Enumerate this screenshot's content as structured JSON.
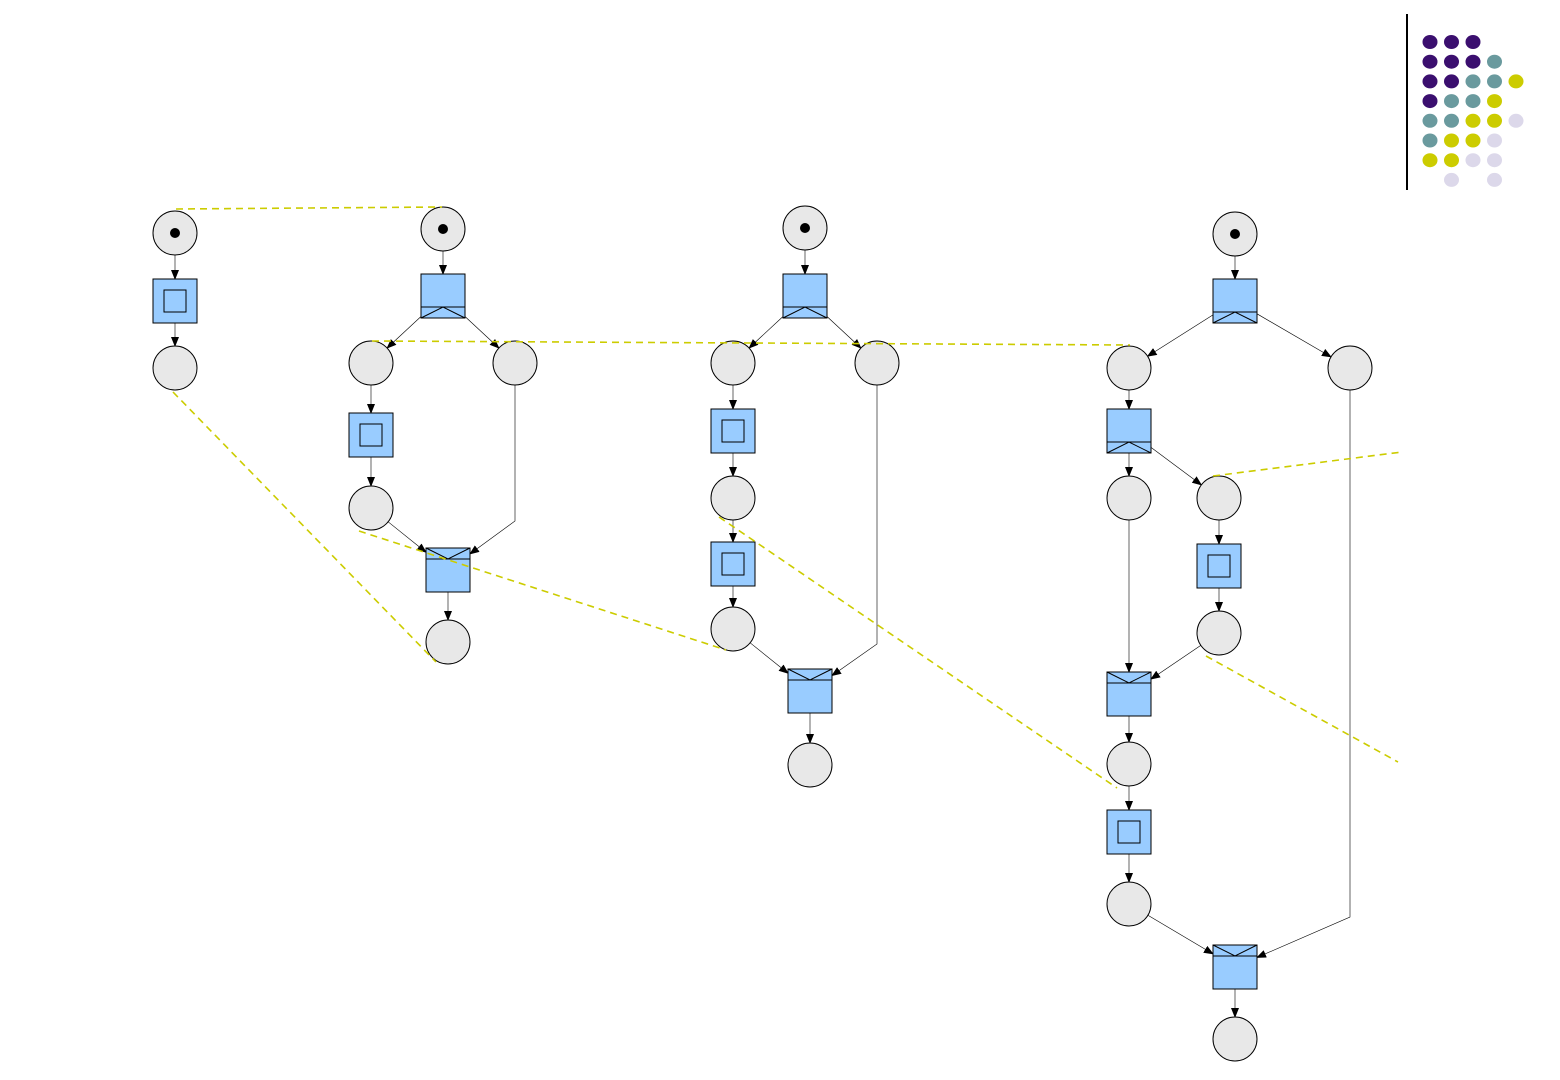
{
  "diagram": {
    "node_types": [
      "place",
      "token",
      "task",
      "and-split",
      "and-join"
    ],
    "colors": {
      "place_fill": "#e8e8e8",
      "transition_fill": "#99ccff",
      "stroke": "#000000",
      "trace_line": "#cccc00",
      "deco_purple": "#3b0f6f",
      "deco_teal": "#6a9a9e",
      "deco_yellow": "#cccc00",
      "deco_lavender": "#dcd8ea"
    },
    "nets": [
      {
        "id": "net-1",
        "initial_tokens": 1,
        "tasks": 1,
        "and_splits": 0,
        "and_joins": 0
      },
      {
        "id": "net-2",
        "initial_tokens": 1,
        "tasks": 1,
        "and_splits": 1,
        "and_joins": 1
      },
      {
        "id": "net-3",
        "initial_tokens": 1,
        "tasks": 2,
        "and_splits": 1,
        "and_joins": 1
      },
      {
        "id": "net-4",
        "initial_tokens": 1,
        "tasks": 2,
        "and_splits": 2,
        "and_joins": 2
      }
    ],
    "decoration": {
      "icon": "dot-grid-decoration",
      "dot_colors": [
        [
          "purple",
          "purple",
          "purple"
        ],
        [
          "purple",
          "purple",
          "purple",
          "teal"
        ],
        [
          "purple",
          "purple",
          "teal",
          "teal",
          "yellow"
        ],
        [
          "purple",
          "teal",
          "teal",
          "yellow"
        ],
        [
          "teal",
          "teal",
          "yellow",
          "yellow",
          "lavender"
        ],
        [
          "teal",
          "yellow",
          "yellow",
          "lavender"
        ],
        [
          "yellow",
          "yellow",
          "lavender",
          "lavender"
        ],
        [
          "",
          "lavender",
          "",
          "lavender"
        ]
      ]
    }
  }
}
